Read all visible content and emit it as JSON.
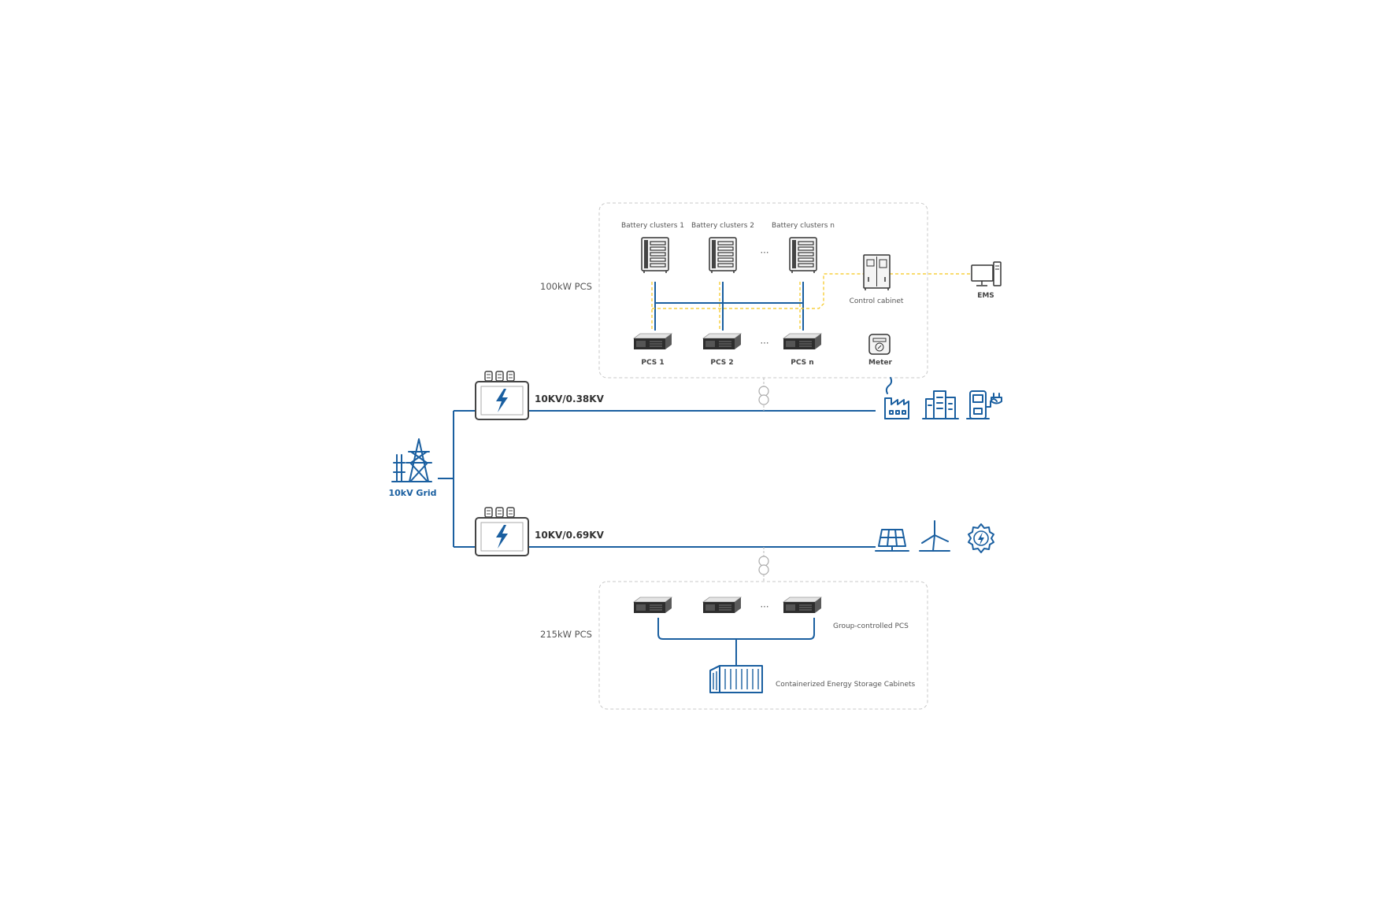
{
  "grid": {
    "label": "10kV Grid"
  },
  "transformers": [
    {
      "label": "10KV/0.38KV"
    },
    {
      "label": "10KV/0.69KV"
    }
  ],
  "upper_system": {
    "pcs_rating_label": "100kW   PCS",
    "battery_clusters": [
      "Battery clusters 1",
      "Battery clusters 2",
      "Battery clusters n"
    ],
    "pcs_units": [
      "PCS 1",
      "PCS 2",
      "PCS n"
    ],
    "control_cabinet": "Control cabinet",
    "meter": "Meter",
    "ems": "EMS",
    "ellipsis": "···"
  },
  "lower_system": {
    "pcs_rating_label": "215kW   PCS",
    "group_pcs_label": "Group-controlled PCS",
    "container_label": "Containerized Energy Storage Cabinets",
    "ellipsis": "···"
  },
  "loads": [
    "factory-icon",
    "building-icon",
    "ev-charger-icon"
  ],
  "sources": [
    "solar-panel-icon",
    "wind-turbine-icon",
    "power-generation-icon"
  ],
  "colors": {
    "line_blue": "#1a5fa0",
    "comm_yellow": "#f5c518",
    "box_border": "#c8c8c8"
  }
}
